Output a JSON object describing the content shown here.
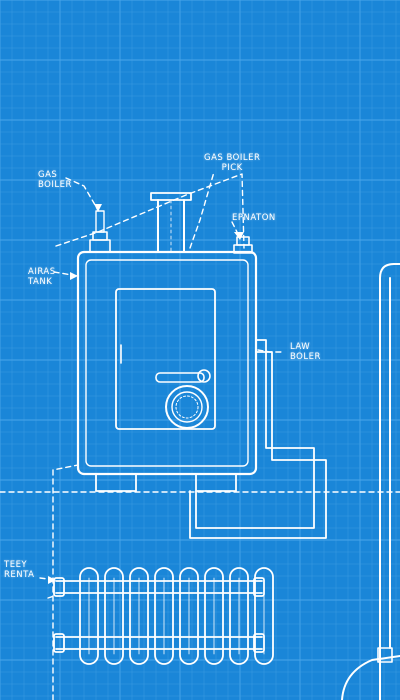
{
  "labels": {
    "gas_boiler": "GAS\nBOILER",
    "gas_boiler_pick": "GAS BOILER\nPICK",
    "airas_tank": "AIRAS\nTANK",
    "epnaton": "EPNATON",
    "law_boler": "LAW\nBOLER",
    "tey_renta": "TEEY\nRENTA"
  },
  "colors": {
    "background": "#1a86d8",
    "grid_minor": "#3a9ae0",
    "grid_major": "#4aa6ea",
    "linework": "#ffffff"
  }
}
